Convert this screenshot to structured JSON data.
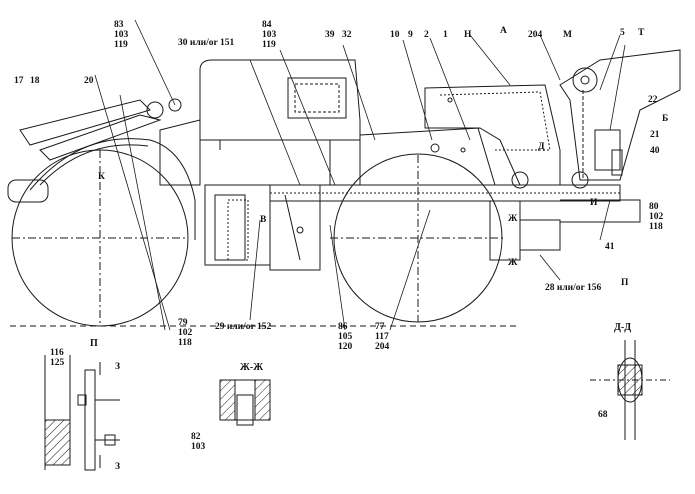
{
  "callouts": {
    "c17": "17",
    "c18": "18",
    "c20": "20",
    "c83_103_119": [
      "83",
      "103",
      "119"
    ],
    "c30_151": "30 или/or 151",
    "c84_103_119": [
      "84",
      "103",
      "119"
    ],
    "c39": "39",
    "c32": "32",
    "c10": "10",
    "c9": "9",
    "c2": "2",
    "c1": "1",
    "cH": "Н",
    "cA": "А",
    "c204": "204",
    "cM": "М",
    "c5": "5",
    "cT": "Т",
    "c22": "22",
    "cB_top": "Б",
    "c21": "21",
    "c40": "40",
    "cK": "К",
    "cL": "Д",
    "cI": "И",
    "cV": "В",
    "c80_102_118": [
      "80",
      "102",
      "118"
    ],
    "cZh1": "Ж",
    "cZh2": "Ж",
    "c41": "41",
    "cP": "П",
    "c28_156": "28 или/or 156",
    "c79_102_118": [
      "79",
      "102",
      "118"
    ],
    "c29_152": "29 или/or 152",
    "c86_105_120": [
      "86",
      "105",
      "120"
    ],
    "c77_117_204": [
      "77",
      "117",
      "204"
    ]
  },
  "details": {
    "p_title": "П",
    "p_116_125": [
      "116",
      "125"
    ],
    "p_z1": "З",
    "p_z2": "З",
    "zhzh_title": "Ж-Ж",
    "zhzh_82_103": [
      "82",
      "103"
    ],
    "dd_title": "Д-Д",
    "dd_68": "68"
  }
}
